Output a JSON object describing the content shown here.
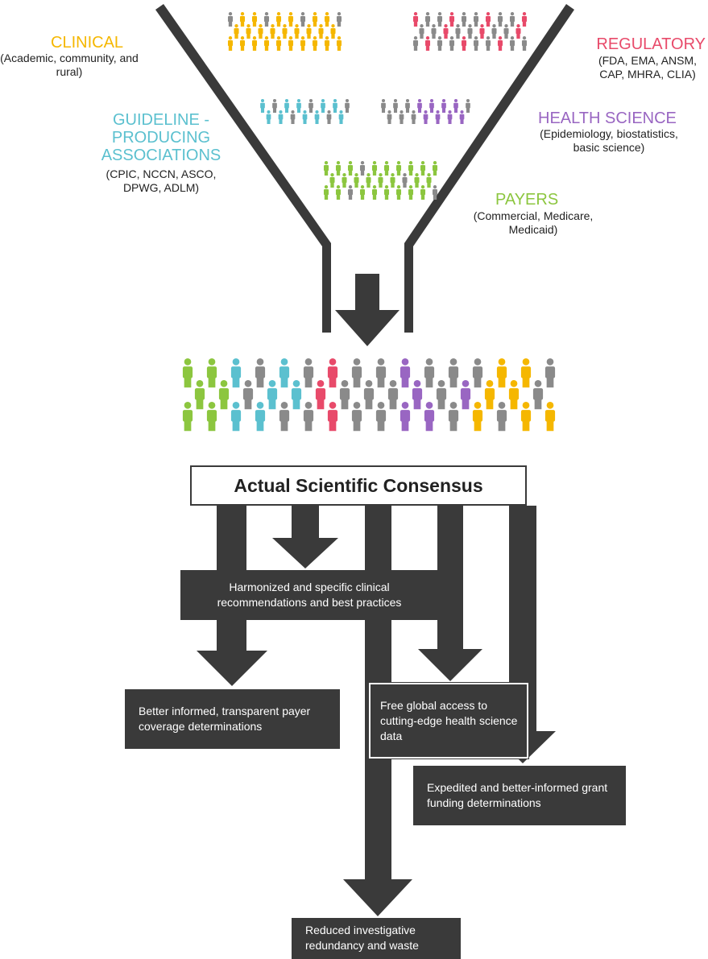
{
  "groups": {
    "clinical": {
      "title": "CLINICAL",
      "subtitle": "(Academic, community, and rural)",
      "color": "#f5b700"
    },
    "regulatory": {
      "title": "REGULATORY",
      "subtitle": "(FDA, EMA, ANSM, CAP, MHRA, CLIA)",
      "color": "#e84a6a"
    },
    "guideline": {
      "title": "GUIDELINE -PRODUCING ASSOCIATIONS",
      "subtitle": "(CPIC, NCCN, ASCO, DPWG, ADLM)",
      "color": "#5bc0cf"
    },
    "health_science": {
      "title": "HEALTH SCIENCE",
      "subtitle": "(Epidemiology, biostatistics, basic science)",
      "color": "#9966c2"
    },
    "payers": {
      "title": "PAYERS",
      "subtitle": "(Commercial, Medicare, Medicaid)",
      "color": "#8cc63f"
    }
  },
  "colors": {
    "dark": "#3a3a3a",
    "gray": "#8a8a8a"
  },
  "consensus": "Actual Scientific Consensus",
  "outcomes": {
    "clinical_recs": "Harmonized and specific clinical recommendations and best practices",
    "global_access": "Free global access to cutting-edge health science data",
    "payer_coverage": "Better informed, transparent payer coverage determinations",
    "grant_funding": "Expedited and better-informed grant funding determinations",
    "redundancy": "Reduced investigative redundancy and waste"
  }
}
